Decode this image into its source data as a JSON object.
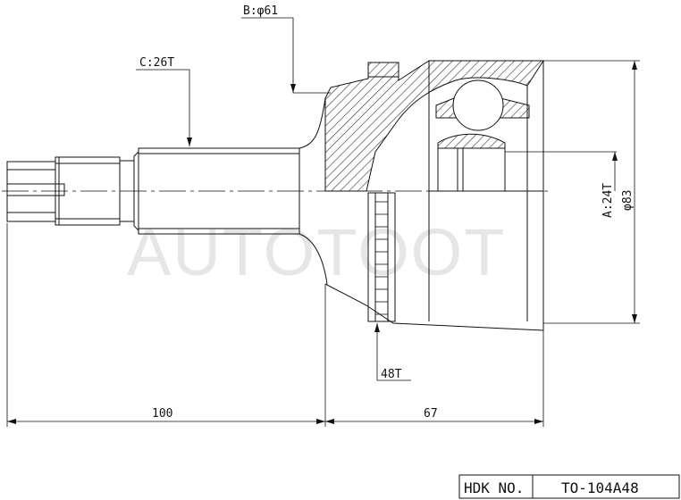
{
  "watermark": "AUTOTOOT",
  "labels": {
    "bearing": "B:φ61",
    "shaft_spline": "C:26T",
    "inner_spline": "A:24T",
    "outer_dia": "φ83",
    "abs_ring": "48T",
    "length_shaft": "100",
    "length_bell": "67"
  },
  "title_block": {
    "label": "HDK NO.",
    "value": "TO-104A48"
  }
}
